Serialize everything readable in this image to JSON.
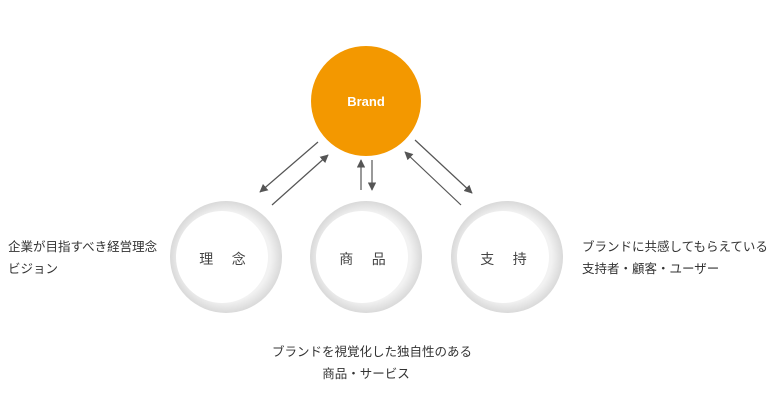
{
  "brand": {
    "label": "Brand",
    "color": "#F39800"
  },
  "nodes": [
    {
      "id": "philosophy",
      "label": "理 念"
    },
    {
      "id": "product",
      "label": "商 品"
    },
    {
      "id": "support",
      "label": "支 持"
    }
  ],
  "descriptions": {
    "philosophy": [
      "企業が目指すべき経営理念",
      "ビジョン"
    ],
    "product": [
      "ブランドを視覚化した独自性のある",
      "商品・サービス"
    ],
    "support": [
      "ブランドに共感してもらえている",
      "支持者・顧客・ユーザー"
    ]
  },
  "colors": {
    "ring_outer": "#e6e6e6",
    "ring_inner": "#ffffff",
    "arrow": "#555555"
  }
}
